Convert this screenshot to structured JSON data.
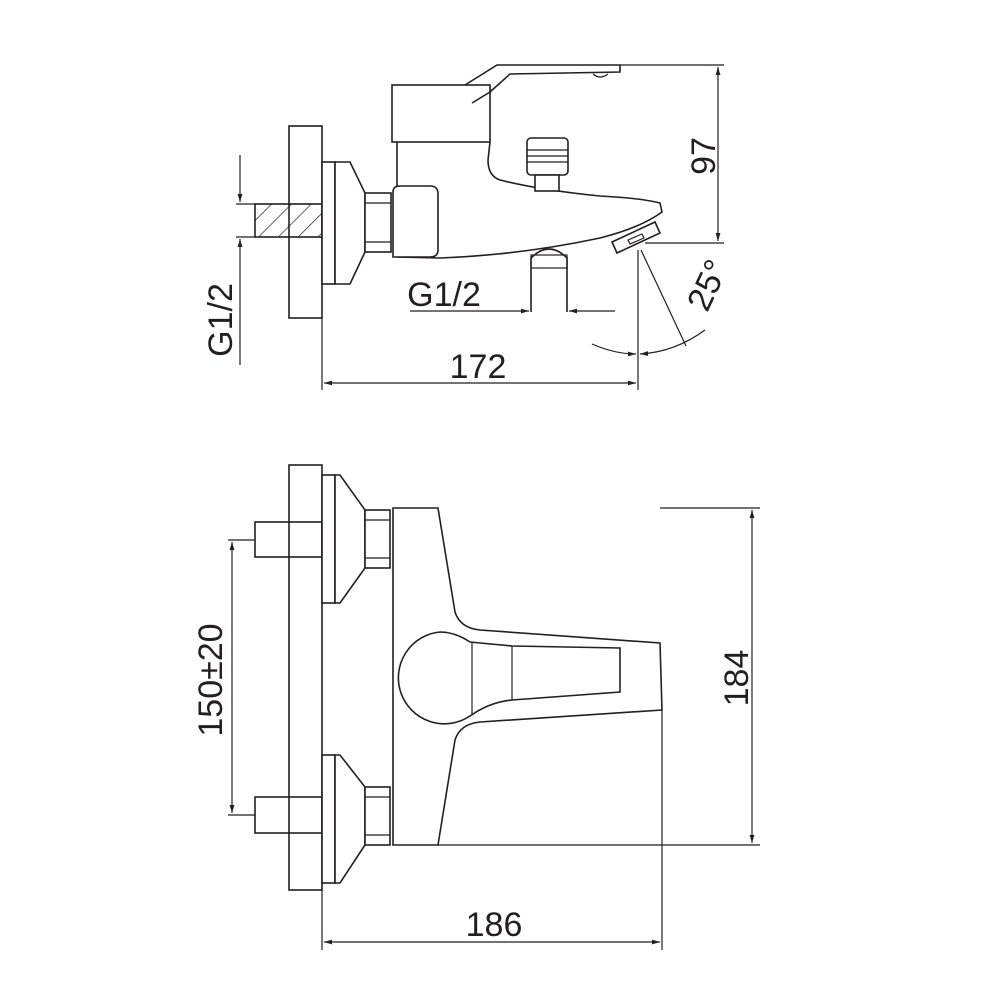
{
  "side_view": {
    "dim_height": "97",
    "dim_inlet_thread": "G1/2",
    "dim_outlet_thread": "G1/2",
    "dim_length": "172",
    "dim_angle": "25°"
  },
  "top_view": {
    "dim_inlet_spacing": "150±20",
    "dim_width": "184",
    "dim_depth": "186"
  },
  "colors": {
    "line": "#231f20",
    "background": "#ffffff"
  }
}
